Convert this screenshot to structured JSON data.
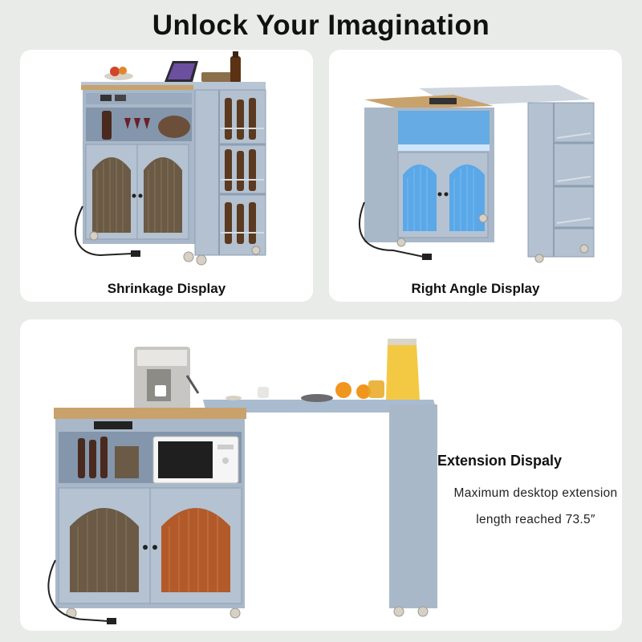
{
  "headline": "Unlock Your Imagination",
  "panels": {
    "shrink": {
      "caption": "Shrinkage Display"
    },
    "right_angle": {
      "caption": "Right Angle Display"
    },
    "extension": {
      "title": "Extension Dispaly",
      "line1": "Maximum desktop extension",
      "line2": "length reached 73.5″"
    }
  },
  "colors": {
    "cabinet": "#a9b8c9",
    "cabinet_dark": "#8e9fb3",
    "wood_top": "#c9a16b",
    "glass": "#6b5a45",
    "led": "#5aa8e8",
    "background": "#e9ebe9"
  }
}
